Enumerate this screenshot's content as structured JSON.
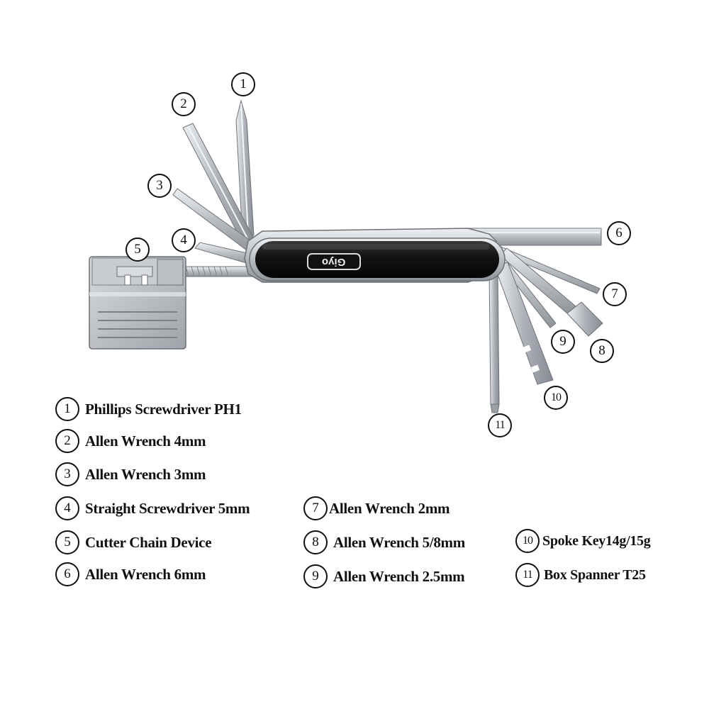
{
  "brand": {
    "logo_text": "Giyo"
  },
  "colors": {
    "background": "#ffffff",
    "body": "#1a1a1a",
    "metal": "#c9ccd0",
    "metal_dark": "#8a8e94",
    "text": "#111111"
  },
  "callouts": [
    {
      "number": "1"
    },
    {
      "number": "2"
    },
    {
      "number": "3"
    },
    {
      "number": "4"
    },
    {
      "number": "5"
    },
    {
      "number": "6"
    },
    {
      "number": "7"
    },
    {
      "number": "8"
    },
    {
      "number": "9"
    },
    {
      "number": "10"
    },
    {
      "number": "11"
    }
  ],
  "legend": [
    {
      "number": "1",
      "label": "Phillips Screwdriver PH1"
    },
    {
      "number": "2",
      "label": "Allen Wrench 4mm"
    },
    {
      "number": "3",
      "label": "Allen Wrench 3mm"
    },
    {
      "number": "4",
      "label": "Straight Screwdriver 5mm"
    },
    {
      "number": "5",
      "label": "Cutter Chain Device"
    },
    {
      "number": "6",
      "label": "Allen Wrench 6mm"
    },
    {
      "number": "7",
      "label": "Allen Wrench 2mm"
    },
    {
      "number": "8",
      "label": "Allen Wrench 5/8mm"
    },
    {
      "number": "9",
      "label": "Allen Wrench 2.5mm"
    },
    {
      "number": "10",
      "label": "Spoke Key14g/15g"
    },
    {
      "number": "11",
      "label": "Box Spanner T25"
    }
  ]
}
